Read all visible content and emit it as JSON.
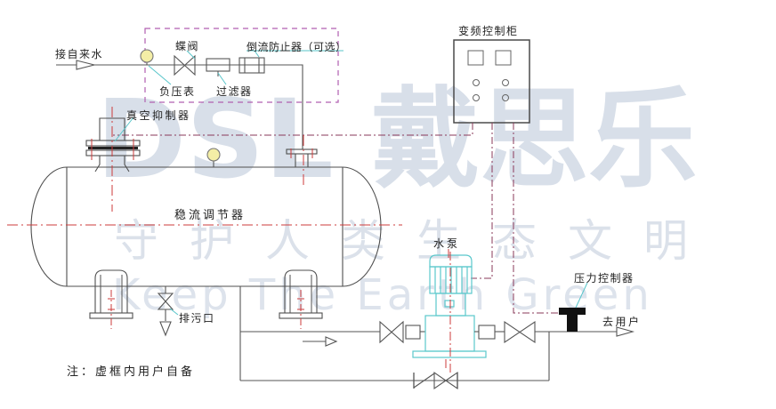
{
  "watermark": {
    "line1": "DSL 戴思乐",
    "line2": "守护人类生态文明",
    "line3": "Keep The Earth Green",
    "color": "#dbe1ea"
  },
  "labels": {
    "inlet": "接自来水",
    "butterfly_valve": "蝶阀",
    "backflow_preventer": "倒流防止器（可选）",
    "negative_pressure_gauge": "负压表",
    "filter": "过滤器",
    "vacuum_suppressor": "真空抑制器",
    "control_cabinet": "变频控制柜",
    "tank": "稳流调节器",
    "pump": "水泵",
    "pressure_controller": "压力控制器",
    "to_users": "去用户",
    "drain": "排污口",
    "note": "注：虚框内用户自备"
  },
  "colors": {
    "line": "#565656",
    "dashed_user_box": "#b05fb0",
    "centerline_red": "#cc3b3b",
    "signal_line": "#8a3a5a",
    "leader_cyan": "#58c5ca",
    "pump_cyan": "#5bc8cc",
    "gauge_yellow": "#f4eea6",
    "pressure_controller_black": "#111111",
    "watermark_blue": "#dbe1ea"
  }
}
